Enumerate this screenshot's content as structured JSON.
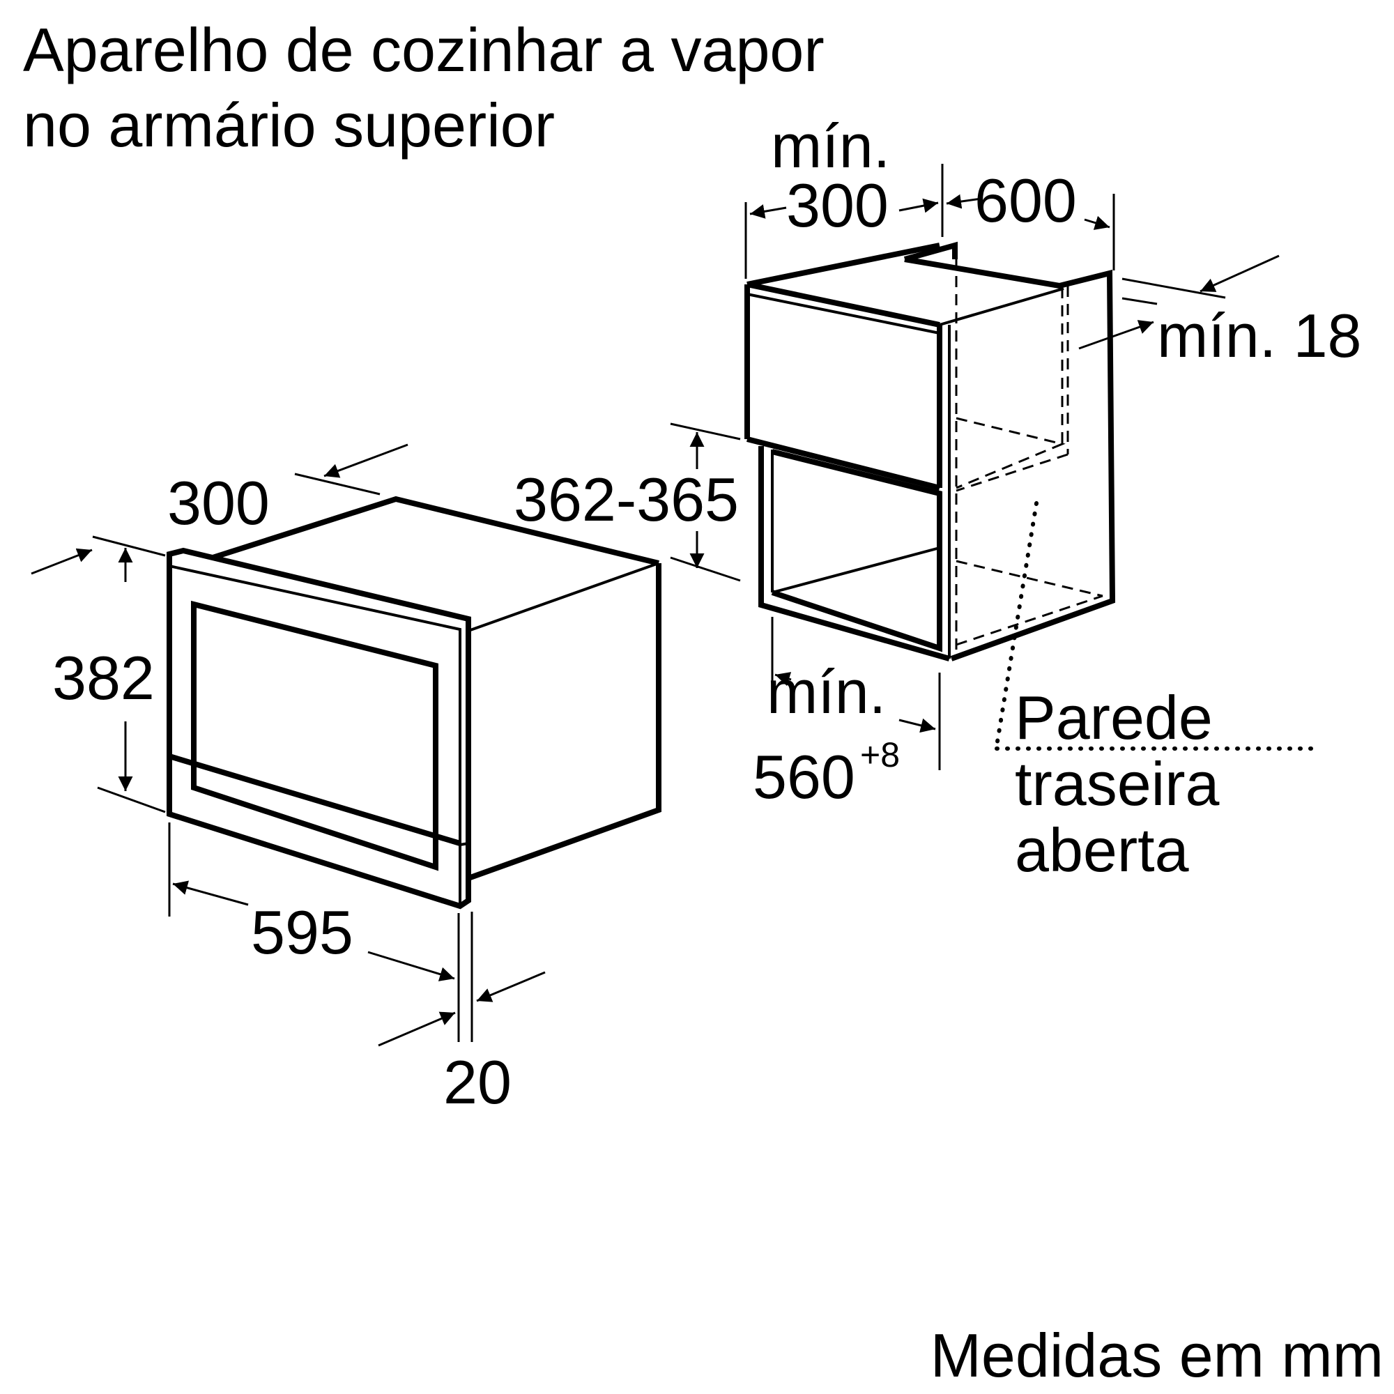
{
  "title_line1": "Aparelho de cozinhar a vapor",
  "title_line2": "no armário superior",
  "appliance": {
    "depth": "300",
    "height": "382",
    "width": "595",
    "front_thickness": "20"
  },
  "cabinet": {
    "min_depth_min": "mín.",
    "min_depth_value": "300",
    "cabinet_depth": "600",
    "side_thickness": "mín. 18",
    "niche_height": "362-365",
    "niche_width_min": "mín.",
    "niche_width_value": "560",
    "niche_width_tolerance": "+8"
  },
  "rear_wall": {
    "line1": "Parede",
    "line2": "traseira",
    "line3": "aberta"
  },
  "units_note": "Medidas em mm"
}
